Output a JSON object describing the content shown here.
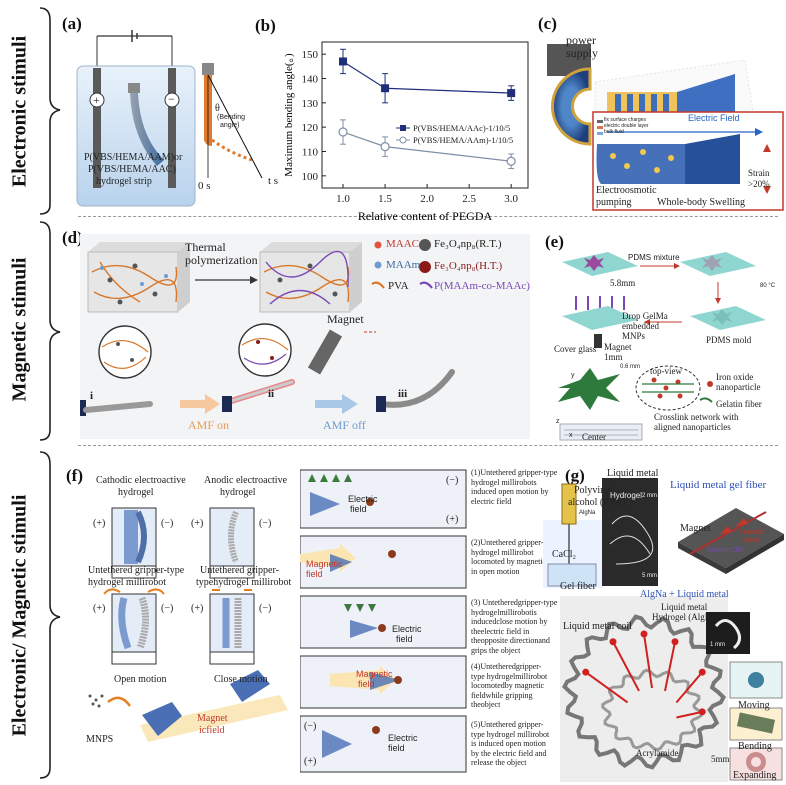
{
  "sections": {
    "electronic": "Electronic stimuli",
    "magnetic": "Magnetic stimuli",
    "both": "Electronic/ Magnetic stimuli"
  },
  "panels": {
    "a": {
      "letter": "(a)",
      "strip_label_1": "P(VBS/HEMA/AAM)or",
      "strip_label_2": "P(VBS/HEMA/AAC)",
      "strip_label_3": "hydrogel strip",
      "plus": "+",
      "minus": "−",
      "theta": "θ",
      "bending_1": "(Bending",
      "bending_2": "angle)",
      "t0": "0 s",
      "ts": "t s"
    },
    "b": {
      "letter": "(b)"
    },
    "c": {
      "letter": "(c)",
      "power_1": "power",
      "power_2": "supply",
      "field": "Electric Field",
      "legend_1": "fix surface charges",
      "legend_2": "electric double layer",
      "legend_3": "bulk fluid",
      "strain_1": "Strain",
      "strain_2": ">20%",
      "pump_1": "Electroosmotic",
      "pump_2": "pumping",
      "swell": "Whole-body Swelling"
    },
    "d": {
      "letter": "(d)",
      "thermal_1": "Thermal",
      "thermal_2": "polymerization",
      "maac": "MAAC",
      "maam": "MAAm",
      "pva": "PVA",
      "fe_rt": "Fe₃O₄np₈(R.T.)",
      "fe_ht": "Fe₃O₄np₈(H.T.)",
      "copoly": "P(MAAm-co-MAAc)",
      "magnet": "Magnet",
      "amf_on": "AMF on",
      "amf_off": "AMF off",
      "i": "i",
      "ii": "ii",
      "iii": "iii"
    },
    "e": {
      "letter": "(e)",
      "pdms_mix": "PDMS mixture",
      "size": "5.8mm",
      "temp": "80 °C",
      "drop_1": "Drop GelMa",
      "drop_2": "embedded",
      "drop_3": "MNPs",
      "mold": "PDMS mold",
      "cover": "Cover glass",
      "magnet_1": "Magnet",
      "magnet_2": "1mm",
      "small": "0.6 mm",
      "top": "top-view",
      "iron_1": "Iron oxide",
      "iron_2": "nanoparticle",
      "gel": "Gelatin fiber",
      "network_1": "Crosslink network with",
      "network_2": "aligned nanoparticles",
      "center": "Center",
      "ax_z": "z",
      "ax_x": "x",
      "ax_y": "y"
    },
    "f": {
      "letter": "(f)",
      "cath_1": "Cathodic electroactive",
      "cath_2": "hydrogel",
      "anod_1": "Anodic electroactive",
      "anod_2": "hydrogel",
      "unt_1a": "Untethered gripper-type",
      "unt_1b": "hydrogel millirobot",
      "unt_2a": "Untethered gripper-",
      "unt_2b": "typehydrogel millirobot",
      "open": "Open motion",
      "close": "Close motion",
      "mnps": "MNPS",
      "magfield_1": "Magnet",
      "magfield_2": "icfield",
      "pl": "(+)",
      "mi": "(−)",
      "electric_1": "Electric",
      "electric_2": "field",
      "magnetic_1": "Magnetic",
      "magnetic_2": "field",
      "step1": [
        "(1)Untethered gripper-type",
        "hydrogel millirobots",
        "induced open motion by",
        "electric field"
      ],
      "step2": [
        "(2)Untethered gripper-type",
        "hydrogel millirobot",
        "locomoted by magnetic field",
        "in open motion"
      ],
      "step3": [
        "(3) Untetheredgripper-type",
        "hydrogelmillirobotis",
        "inducedclose motion by",
        "theelectric field in",
        "theopposite directionand",
        "grips the object"
      ],
      "step4": [
        "(4)Untetheredgripper-",
        "type hydrogelmillirobot",
        "locomotedby magnetic",
        "fieldwhile gripping",
        "theobject"
      ],
      "step5": [
        "(5)Untethered gripper-",
        "type hydrogel millirobot",
        "is induced open motion",
        "by the electric field and",
        "release the object"
      ]
    },
    "g": {
      "letter": "(g)",
      "pva_1": "Polyvinyl",
      "pva_2": "alcohol (PVA)",
      "algna_small": "AlgNa",
      "liquid_metal": "Liquid metal",
      "hydrogel": "Hydrogel",
      "cacl": "CaCl₂",
      "gel_fiber": "Gel fiber",
      "lm_gel_fiber": "Liquid metal gel fiber",
      "magnet": "Magnet",
      "lorentz_1": "Lorentz",
      "lorentz_2": "force",
      "current": "Current ON",
      "algna_lm": "AlgNa + Liquid metal",
      "lm_hyd_1": "Liquid metal",
      "lm_hyd_2": "Hydrogel (AlgNa)",
      "coil": "Liquid metal coil",
      "acryl": "Acrylamide",
      "scale": "5mm",
      "mm1": "1 mm",
      "mm2": "2 mm",
      "mm5": "5 mm",
      "moving": "Moving",
      "bending": "Bending",
      "expanding": "Expanding"
    }
  },
  "chart_data": {
    "type": "line",
    "xlabel": "Relative content of PEGDA",
    "ylabel": "Maximum bending angle(。)",
    "xlim": [
      0.75,
      3.2
    ],
    "ylim": [
      95,
      155
    ],
    "xticks": [
      "1.0",
      "1.5",
      "2.0",
      "2.5",
      "3.0"
    ],
    "yticks": [
      "100",
      "110",
      "120",
      "130",
      "140",
      "150"
    ],
    "legend_position": "right",
    "series": [
      {
        "name": "P(VBS/HEMA/AAm)-1/10/5",
        "marker": "circle",
        "color": "#7f8fa8",
        "x": [
          1.0,
          1.5,
          3.0
        ],
        "y": [
          118,
          112,
          106
        ],
        "err": [
          5,
          4,
          3
        ]
      },
      {
        "name": "P(VBS/HEMA/AAc)-1/10/5",
        "marker": "square",
        "color": "#1f2f7a",
        "x": [
          1.0,
          1.5,
          3.0
        ],
        "y": [
          147,
          136,
          134
        ],
        "err": [
          5,
          6,
          3
        ]
      }
    ]
  }
}
